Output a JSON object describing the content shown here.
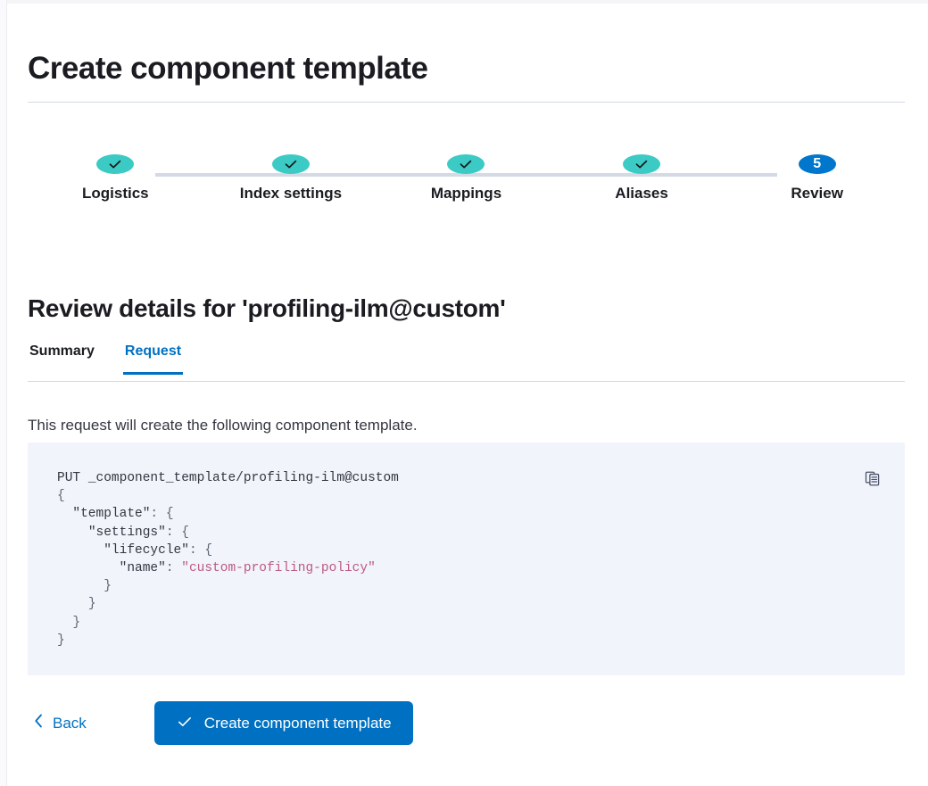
{
  "page": {
    "title": "Create component template"
  },
  "stepper": {
    "steps": [
      {
        "label": "Logistics",
        "state": "complete",
        "icon": "check-icon",
        "number": "1"
      },
      {
        "label": "Index settings",
        "state": "complete",
        "icon": "check-icon",
        "number": "2"
      },
      {
        "label": "Mappings",
        "state": "complete",
        "icon": "check-icon",
        "number": "3"
      },
      {
        "label": "Aliases",
        "state": "complete",
        "icon": "check-icon",
        "number": "4"
      },
      {
        "label": "Review",
        "state": "current",
        "icon": "",
        "number": "5"
      }
    ],
    "colors": {
      "complete": "#3CCAC4",
      "current": "#0077CC",
      "connector": "#D3DAE6"
    }
  },
  "review": {
    "heading": "Review details for 'profiling-ilm@custom'",
    "tabs": [
      {
        "label": "Summary",
        "active": false
      },
      {
        "label": "Request",
        "active": true
      }
    ],
    "description": "This request will create the following component template."
  },
  "code": {
    "copy_icon": "copy-clipboard-icon",
    "method": "PUT",
    "endpoint": "_component_template/profiling-ilm@custom",
    "language": "json",
    "lines": [
      "PUT _component_template/profiling-ilm@custom",
      "{",
      "  \"template\": {",
      "    \"settings\": {",
      "      \"lifecycle\": {",
      "        \"name\": \"custom-profiling-policy\"",
      "      }",
      "    }",
      "  }",
      "}"
    ],
    "request_body": {
      "template": {
        "settings": {
          "lifecycle": {
            "name": "custom-profiling-policy"
          }
        }
      }
    }
  },
  "footer": {
    "back_label": "Back",
    "back_icon": "chevron-left-icon",
    "submit_label": "Create component template",
    "submit_icon": "check-icon",
    "submit_color": "#0071C2"
  }
}
